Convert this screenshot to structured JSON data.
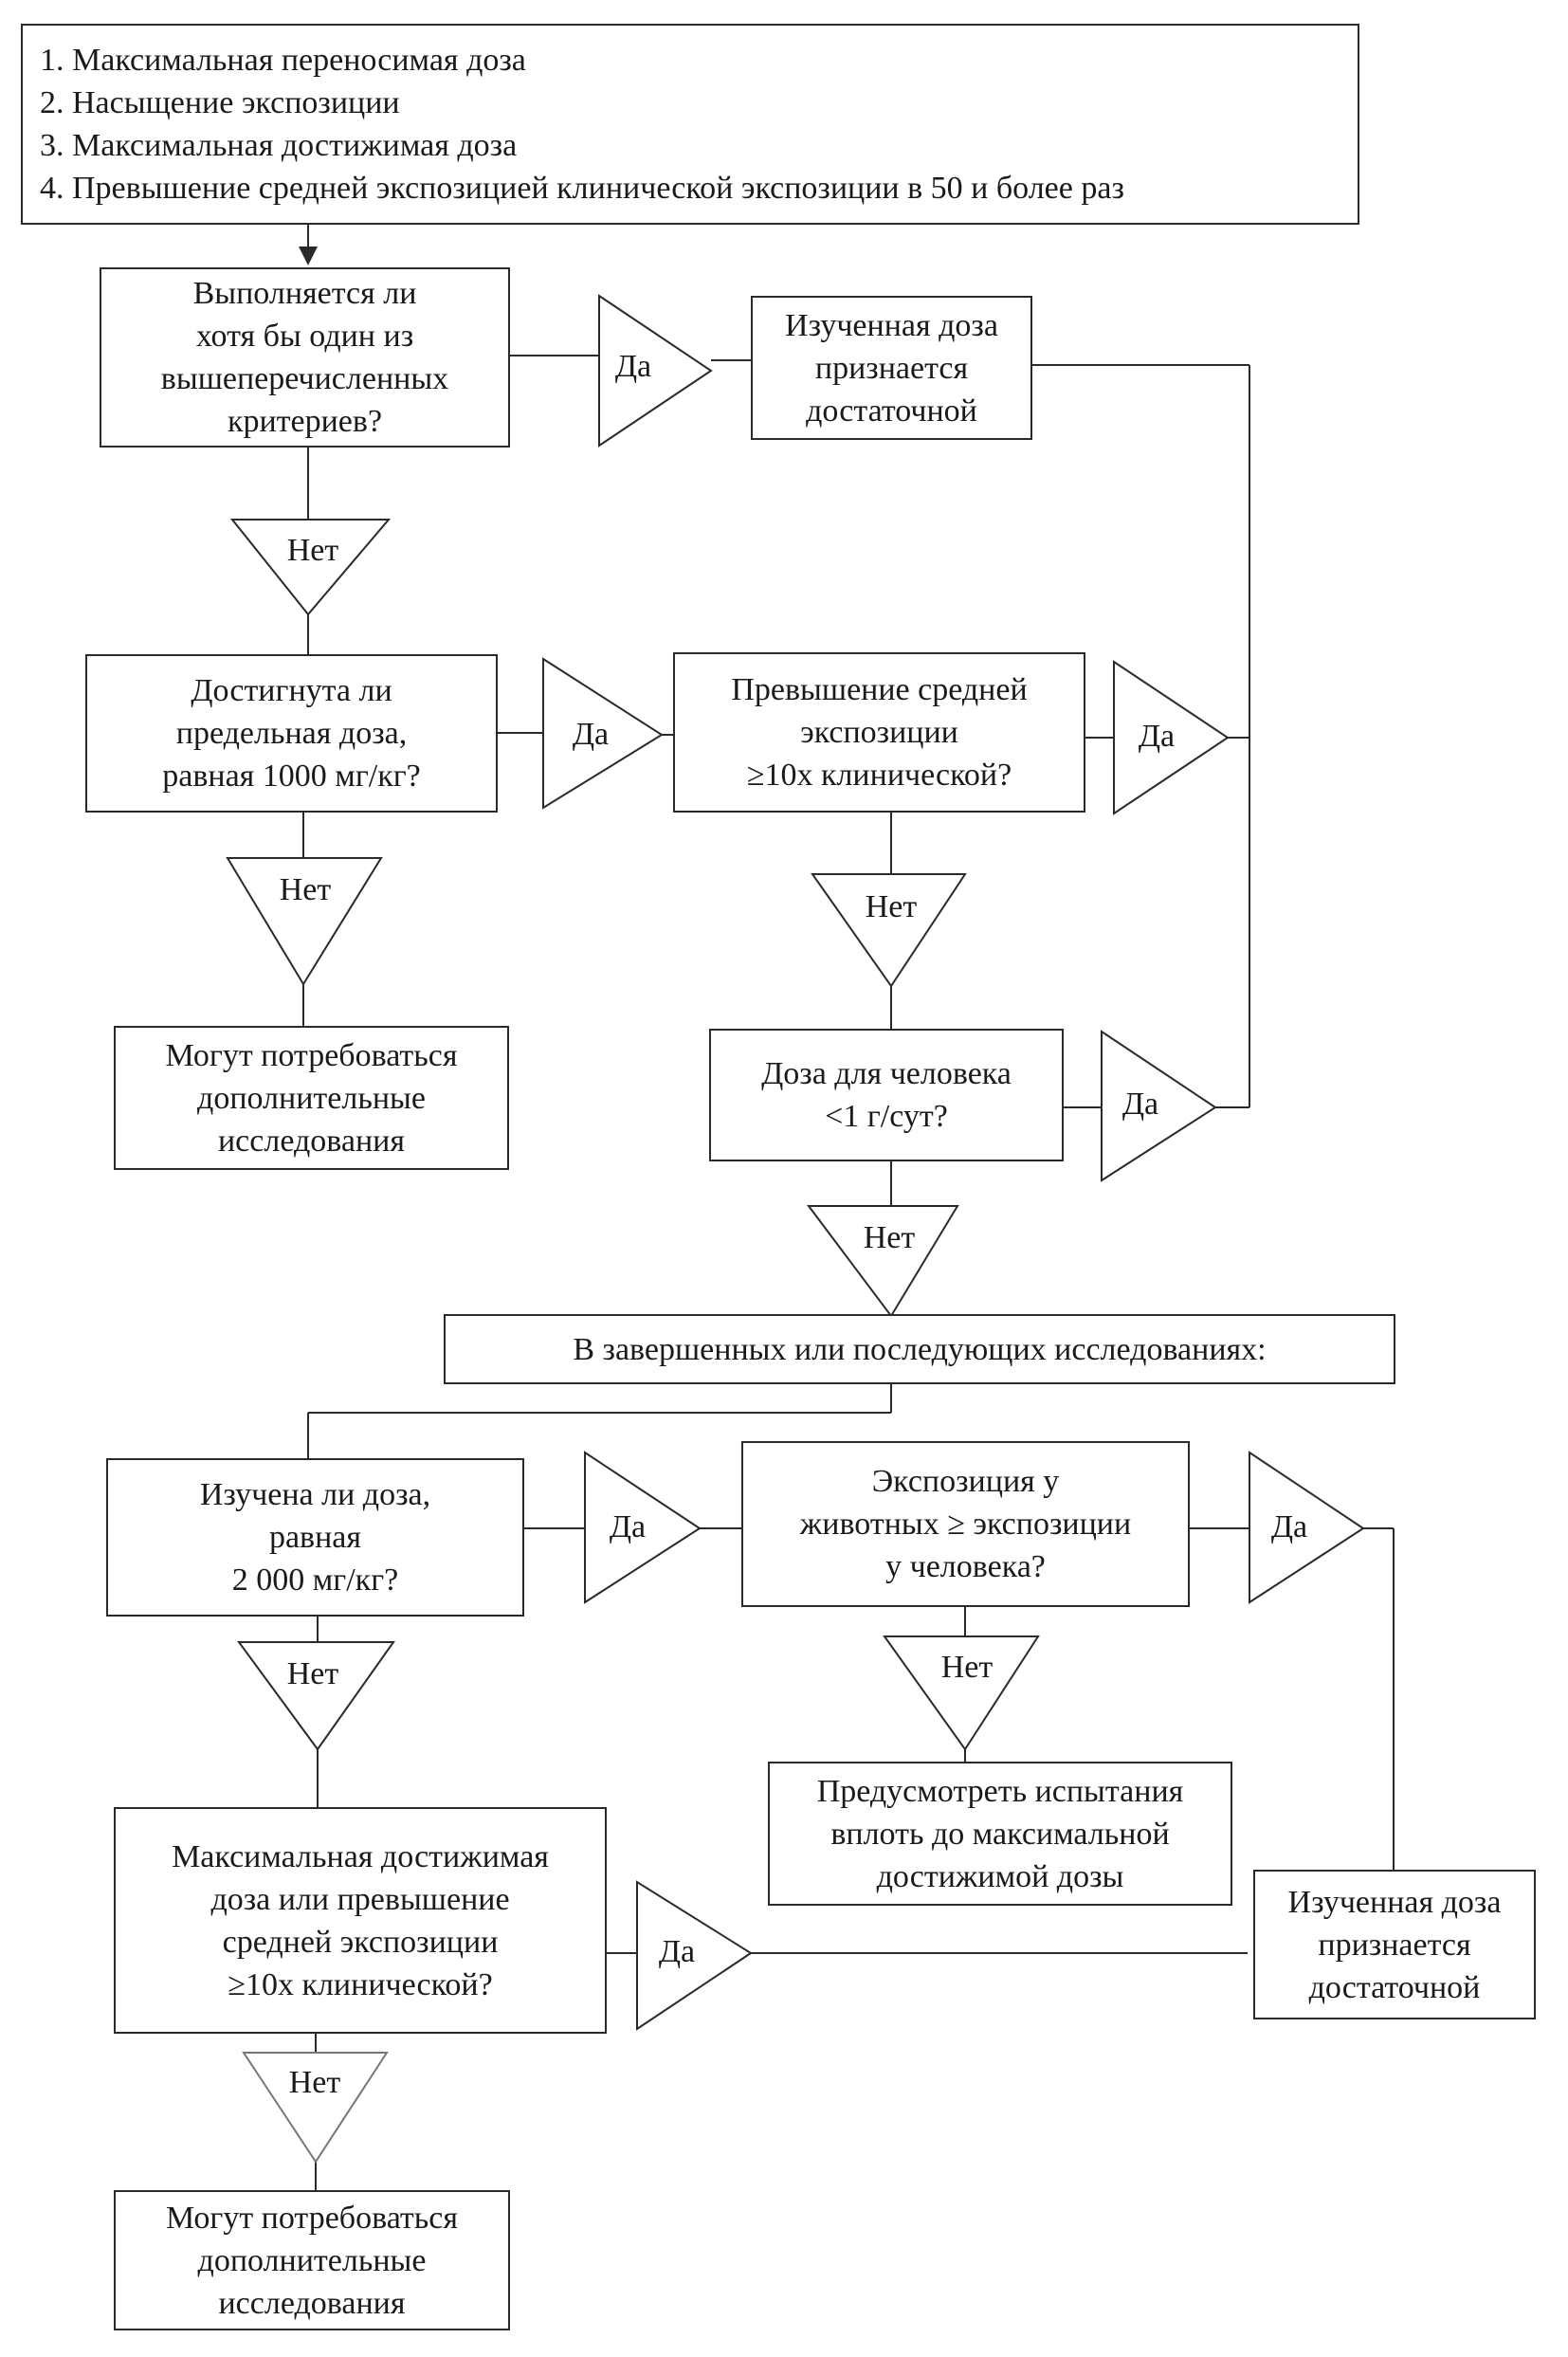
{
  "criteria": [
    "1. Максимальная переносимая доза",
    "2. Насыщение экспозиции",
    "3. Максимальная достижимая доза",
    "4. Превышение средней экспозицией клинической экспозиции в 50 и более раз"
  ],
  "yes": "Да",
  "no": "Нет",
  "q1": [
    "Выполняется ли",
    "хотя бы один из",
    "вышеперечисленных",
    "критериев?"
  ],
  "accept1": [
    "Изученная доза",
    "признается",
    "достаточной"
  ],
  "q2": [
    "Достигнута ли",
    "предельная доза,",
    "равная 1000 мг/кг?"
  ],
  "q3": [
    "Превышение средней",
    "экспозиции",
    "≥10х клинической?"
  ],
  "more_studies_1": [
    "Могут потребоваться",
    "дополнительные",
    "исследования"
  ],
  "q4": [
    "Доза для человека",
    "<1 г/сут?"
  ],
  "completed": "В завершенных или последующих исследованиях:",
  "q5": [
    "Изучена ли доза,",
    "равная",
    "2 000 мг/кг?"
  ],
  "q6": [
    "Экспозиция у",
    "животных ≥ экспозиции",
    "у человека?"
  ],
  "provide_tests": [
    "Предусмотреть испытания",
    "вплоть до максимальной",
    "достижимой дозы"
  ],
  "q7": [
    "Максимальная достижимая",
    "доза или превышение",
    "средней экспозиции",
    "≥10х клинической?"
  ],
  "accept2": [
    "Изученная доза",
    "признается",
    "достаточной"
  ],
  "more_studies_2": [
    "Могут потребоваться",
    "дополнительные",
    "исследования"
  ]
}
